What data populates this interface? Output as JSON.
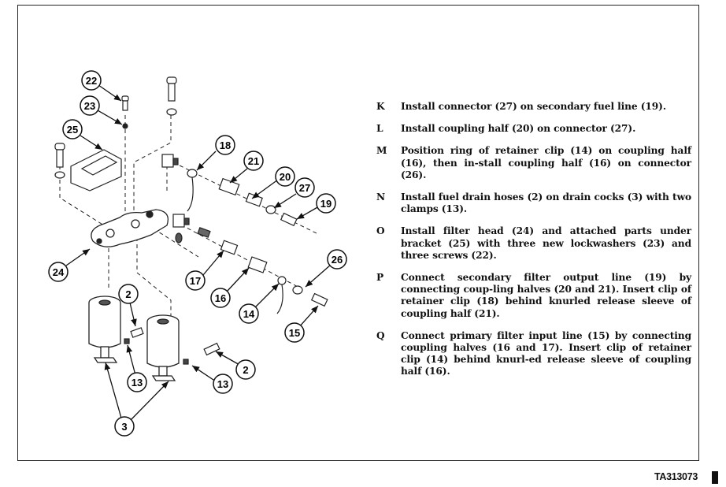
{
  "figure": {
    "id": "TA313073",
    "callouts": [
      {
        "number": "22",
        "part": "screw"
      },
      {
        "number": "23",
        "part": "lockwasher"
      },
      {
        "number": "25",
        "part": "bracket"
      },
      {
        "number": "18",
        "part": "retainer clip"
      },
      {
        "number": "21",
        "part": "coupling half"
      },
      {
        "number": "20",
        "part": "coupling half"
      },
      {
        "number": "27",
        "part": "connector"
      },
      {
        "number": "19",
        "part": "secondary fuel line"
      },
      {
        "number": "24",
        "part": "filter head"
      },
      {
        "number": "17",
        "part": "coupling half"
      },
      {
        "number": "16",
        "part": "coupling half"
      },
      {
        "number": "14",
        "part": "retainer clip"
      },
      {
        "number": "26",
        "part": "connector"
      },
      {
        "number": "15",
        "part": "primary filter input line"
      },
      {
        "number": "2",
        "part": "fuel drain hose"
      },
      {
        "number": "13",
        "part": "clamp"
      },
      {
        "number": "3",
        "part": "drain cock"
      }
    ]
  },
  "steps": [
    {
      "letter": "K",
      "text": "Install connector (27) on secondary fuel line (19)."
    },
    {
      "letter": "L",
      "text": "Install coupling half (20) on connector (27)."
    },
    {
      "letter": "M",
      "text": "Position ring of retainer clip (14) on coupling half (16), then in-stall coupling half (16) on connector (26)."
    },
    {
      "letter": "N",
      "text": "Install fuel drain hoses (2) on drain cocks (3) with two clamps (13)."
    },
    {
      "letter": "O",
      "text": "Install filter head (24) and attached parts under bracket (25) with three new lockwashers (23) and three screws (22)."
    },
    {
      "letter": "P",
      "text": "Connect secondary filter output line (19) by connecting coup-ling halves (20 and 21). Insert clip of retainer clip (18) behind knurled release sleeve of coupling half (21)."
    },
    {
      "letter": "Q",
      "text": "Connect primary filter input line (15) by connecting coupling halves (16 and 17). Insert clip of retainer clip (14) behind knurl-ed release sleeve of coupling half (16)."
    }
  ]
}
